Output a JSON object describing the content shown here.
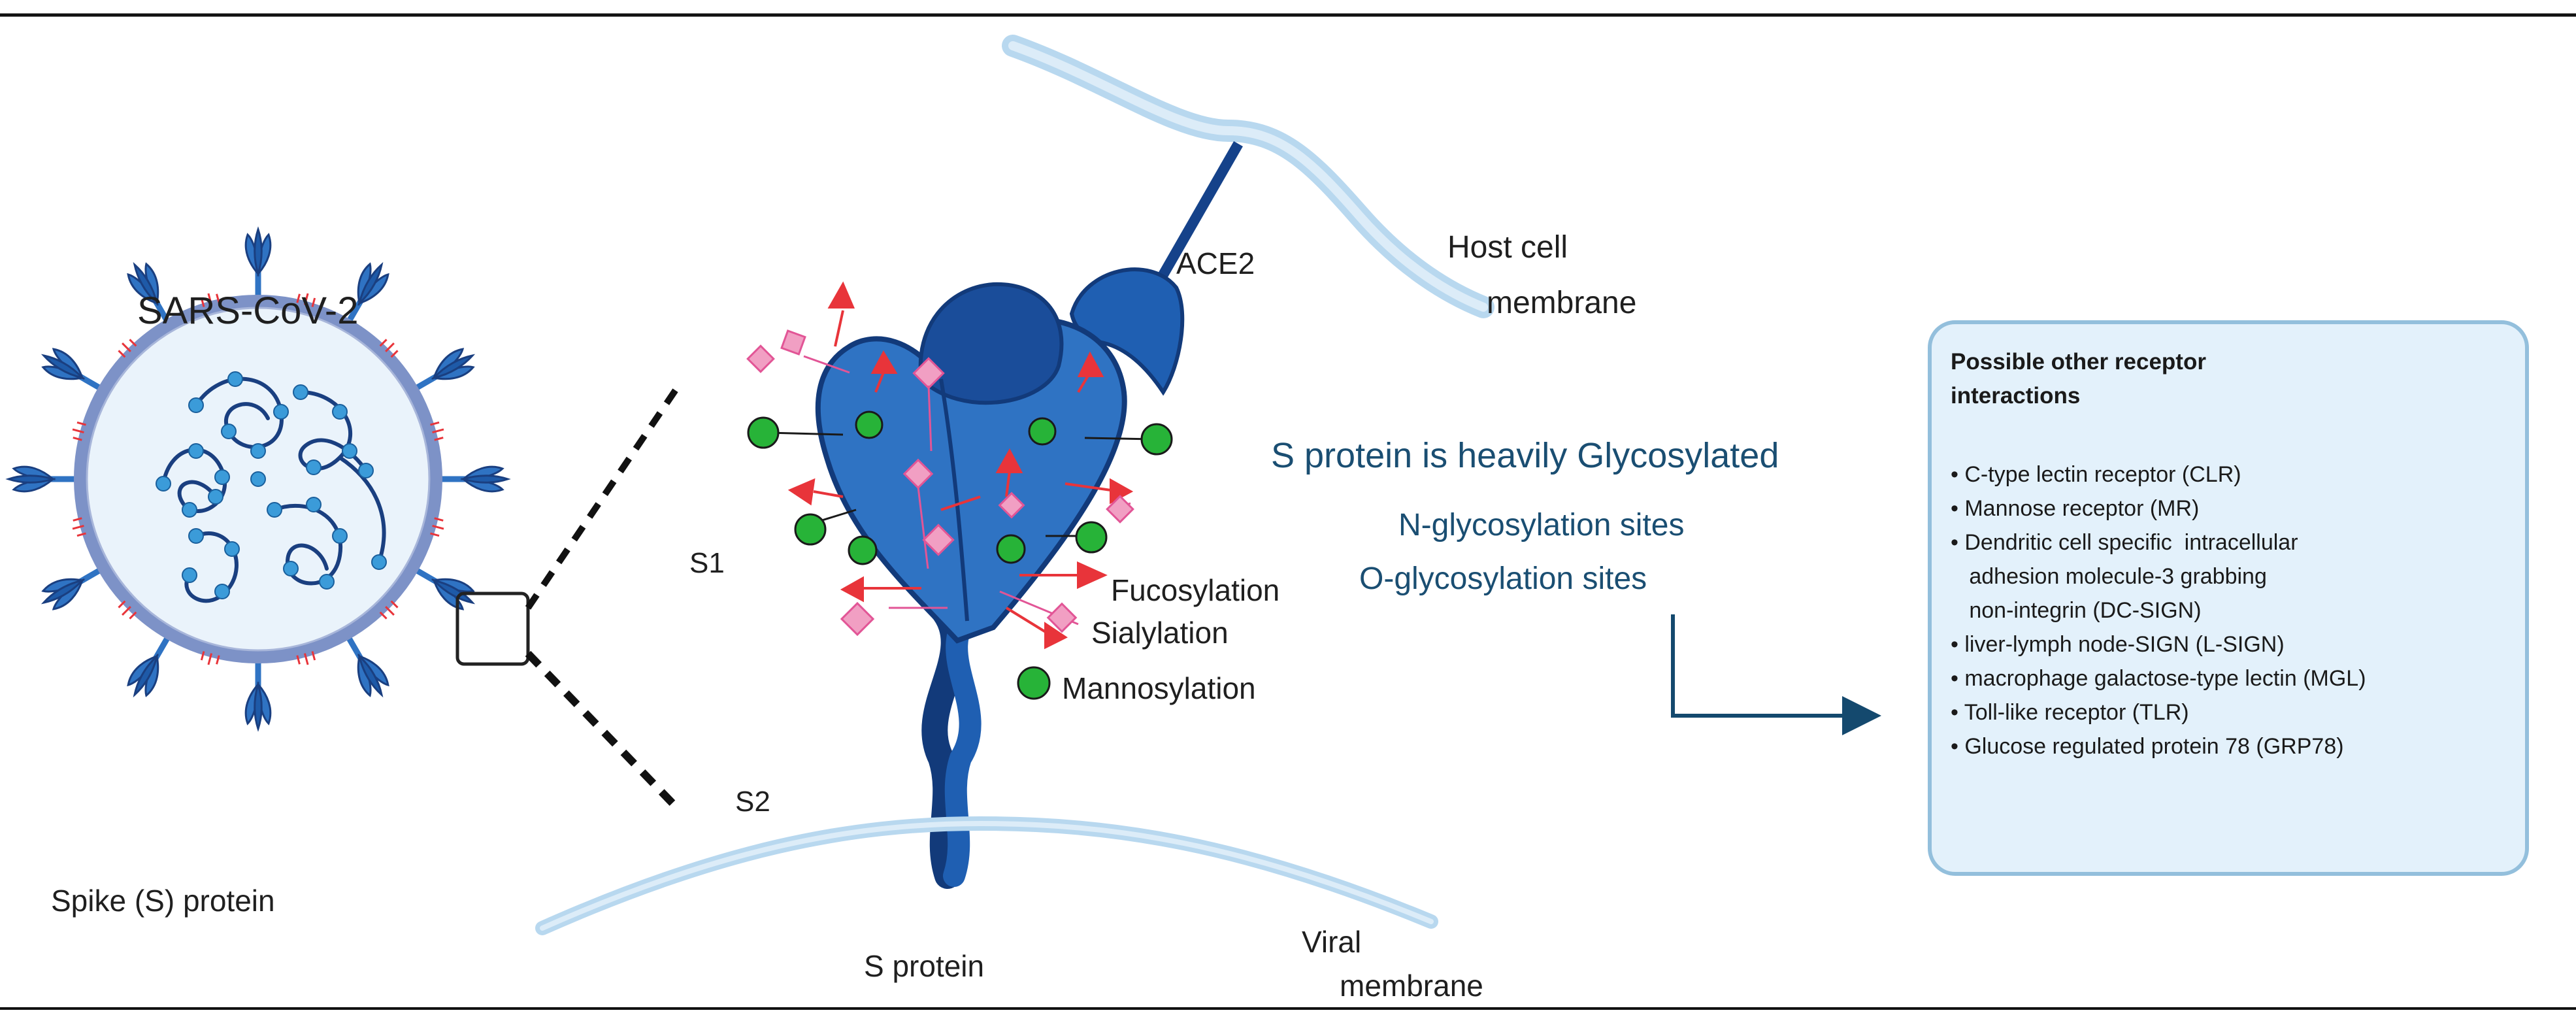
{
  "labels": {
    "virus_title": "SARS-CoV-2",
    "spike_protein": "Spike (S) protein",
    "ace2": "ACE2",
    "host_cell_line1": "Host cell",
    "host_cell_line2": "membrane",
    "s1": "S1",
    "s2": "S2",
    "fucosylation": "Fucosylation",
    "sialylation": "Sialylation",
    "mannosylation": "Mannosylation",
    "s_protein": "S protein",
    "viral_membrane_line1": "Viral",
    "viral_membrane_line2": "membrane"
  },
  "glycosylation": {
    "heading": "S protein is heavily Glycosylated",
    "n_sites": "N-glycosylation sites",
    "o_sites": "O-glycosylation sites"
  },
  "receptor_box": {
    "title": "Possible other receptor\ninteractions",
    "items": [
      "• C-type lectin receptor (CLR)",
      "• Mannose receptor (MR)",
      "• Dendritic cell specific  intracellular",
      "   adhesion molecule-3 grabbing",
      "   non-integrin (DC-SIGN)",
      "• liver-lymph node-SIGN (L-SIGN)",
      "• macrophage galactose-type lectin (MGL)",
      "• Toll-like receptor (TLR)",
      "• Glucose regulated protein 78 (GRP78)"
    ]
  },
  "colors": {
    "virus_blue": "#2f73c3",
    "virus_dark": "#1a3f80",
    "envelope": "#7d92c7",
    "glycan_red": "#e8343a",
    "glycan_green": "#27b338",
    "glycan_pink": "#f19fc3",
    "arrow_navy": "#14496e",
    "box_fill": "#e3f1fb"
  }
}
